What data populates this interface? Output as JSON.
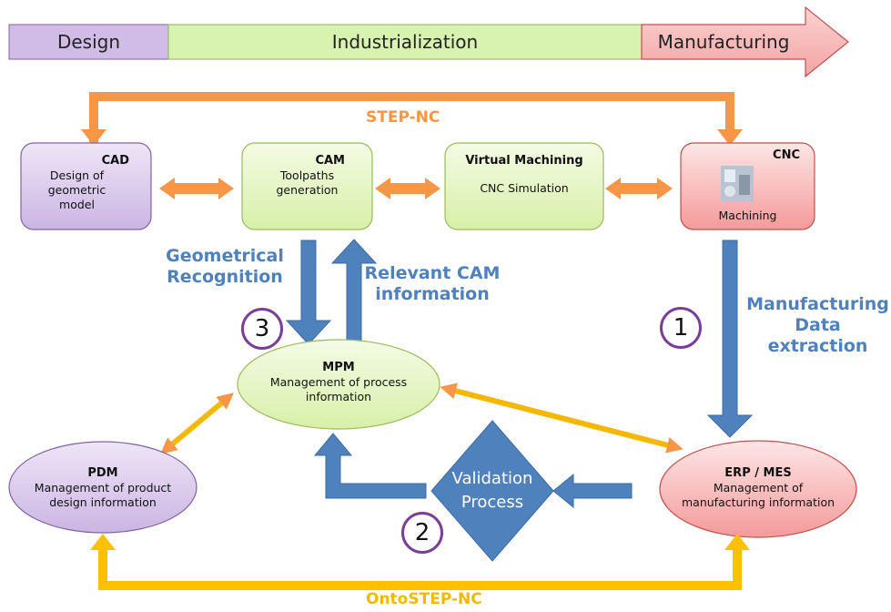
{
  "phases": {
    "design": "Design",
    "industrialization": "Industrialization",
    "manufacturing": "Manufacturing"
  },
  "top_loop": {
    "label": "STEP-NC"
  },
  "bottom_loop": {
    "label": "OntoSTEP-NC"
  },
  "nodes": {
    "cad": {
      "title": "CAD",
      "desc": "Design of geometric model"
    },
    "cam": {
      "title": "CAM",
      "desc": "Toolpaths generation"
    },
    "vm": {
      "title": "Virtual Machining",
      "desc": "CNC Simulation"
    },
    "cnc": {
      "title": "CNC",
      "desc": "Machining"
    },
    "mpm": {
      "title": "MPM",
      "desc": "Management of process information"
    },
    "pdm": {
      "title": "PDM",
      "desc": "Management of product design information"
    },
    "erp": {
      "title": "ERP / MES",
      "desc": "Management of manufacturing information"
    }
  },
  "validation": {
    "label": "Validation Process"
  },
  "flows": {
    "geometrical": "Geometrical Recognition",
    "relevant": "Relevant CAM information",
    "manufacturing": "Manufacturing Data extraction"
  },
  "badges": {
    "one": "1",
    "two": "2",
    "three": "3"
  },
  "colors": {
    "blue_arrow": "#4f81bd",
    "orange_arrow": "#f79646",
    "yellow_arrow": "#ffc000",
    "purple_fill": "#d9c8ec",
    "green_fill": "#e4f5c4",
    "red_fill": "#f8c3c3"
  }
}
